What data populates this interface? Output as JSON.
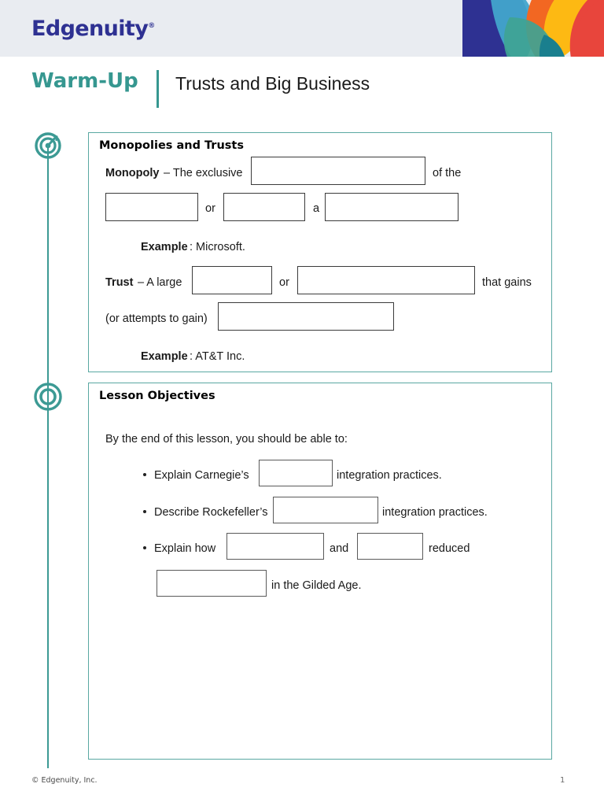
{
  "brand": {
    "wordmark": "Edgenuity",
    "registered_mark": "®",
    "wordmark_color": "#2e3192",
    "bar_background": "#e9ecf1",
    "logo_petal_colors": [
      "#2e3192",
      "#42a5cc",
      "#f26722",
      "#fdb913",
      "#e8453c",
      "#3fa394",
      "#1a7f8e"
    ]
  },
  "header": {
    "label": "Warm-Up",
    "label_color": "#369790",
    "topic": "Trusts and Big Business"
  },
  "rail": {
    "line_color": "#3c9a94",
    "icons": [
      {
        "name": "target-icon",
        "aria": "bullseye target"
      },
      {
        "name": "ring-icon",
        "aria": "concentric ring"
      }
    ]
  },
  "cards": [
    {
      "id": "monopolies",
      "heading": "Monopolies and Trusts",
      "border_color": "#5aa8a2",
      "lines": [
        {
          "id": "monopoly-def-line1",
          "segments": [
            {
              "type": "text",
              "value": "Monopoly",
              "bold": true
            },
            {
              "type": "text",
              "value": " – The exclusive"
            },
            {
              "type": "blank",
              "name": "blank-monopoly-1"
            },
            {
              "type": "text",
              "value": "of the"
            }
          ]
        },
        {
          "id": "monopoly-def-line2",
          "segments": [
            {
              "type": "blank",
              "name": "blank-monopoly-2"
            },
            {
              "type": "text",
              "value": "or"
            },
            {
              "type": "blank",
              "name": "blank-monopoly-3"
            },
            {
              "type": "text",
              "value": "a"
            },
            {
              "type": "blank",
              "name": "blank-monopoly-4"
            }
          ]
        }
      ],
      "monopoly_example_label": "Example",
      "monopoly_example_value": ": Microsoft.",
      "trust_lines": [
        {
          "id": "trust-def-line1",
          "segments": [
            {
              "type": "text",
              "value": "Trust",
              "bold": true
            },
            {
              "type": "text",
              "value": " – A large"
            },
            {
              "type": "blank",
              "name": "blank-trust-1"
            },
            {
              "type": "text",
              "value": "or"
            },
            {
              "type": "blank",
              "name": "blank-trust-2"
            },
            {
              "type": "text",
              "value": "that gains"
            }
          ]
        },
        {
          "id": "trust-def-line2",
          "segments": [
            {
              "type": "text",
              "value": "(or attempts to gain)"
            },
            {
              "type": "blank",
              "name": "blank-trust-3"
            }
          ]
        }
      ],
      "trust_example_label": "Example",
      "trust_example_value": ": AT&T Inc."
    },
    {
      "id": "objectives",
      "heading": "Lesson Objectives",
      "border_color": "#5aa8a2",
      "intro": "By the end of this lesson, you should be able to:",
      "bullets": [
        {
          "id": "objective-1",
          "parts": [
            {
              "type": "text",
              "value": "Explain Carnegie’s"
            },
            {
              "type": "blank",
              "name": "blank-objective-1"
            },
            {
              "type": "text",
              "value": "integration practices."
            }
          ]
        },
        {
          "id": "objective-2",
          "parts": [
            {
              "type": "text",
              "value": "Describe Rockefeller’s"
            },
            {
              "type": "blank",
              "name": "blank-objective-2"
            },
            {
              "type": "text",
              "value": "integration practices."
            }
          ]
        },
        {
          "id": "objective-3",
          "parts": [
            {
              "type": "text",
              "value": "Explain how"
            },
            {
              "type": "blank",
              "name": "blank-objective-3a"
            },
            {
              "type": "text",
              "value": "and"
            },
            {
              "type": "blank",
              "name": "blank-objective-3b"
            },
            {
              "type": "text",
              "value": "reduced"
            },
            {
              "type": "blank",
              "name": "blank-objective-3c"
            },
            {
              "type": "text",
              "value": "in the Gilded Age."
            }
          ]
        }
      ]
    }
  ],
  "text": {
    "monopoly_bold": "Monopoly",
    "monopoly_rest": "– The exclusive",
    "of_the": "of the",
    "or_1": "or",
    "a_1": "a",
    "example_label_1": "Example",
    "example_value_1": ": Microsoft.",
    "trust_bold": "Trust",
    "trust_rest": "– A large",
    "or_2": "or",
    "that_gains": "that gains",
    "or_attempts": "(or attempts to gain)",
    "example_label_2": "Example",
    "example_value_2": ": AT&T Inc.",
    "objectives_intro": "By the end of this lesson, you should be able to:",
    "obj1_a": "Explain Carnegie’s",
    "obj1_b": "integration practices.",
    "obj2_a": "Describe Rockefeller’s",
    "obj2_b": "integration practices.",
    "obj3_a": "Explain how",
    "obj3_b": "and",
    "obj3_c": "reduced",
    "obj3_d": "in the Gilded Age."
  },
  "footer": {
    "copyright": "© Edgenuity, Inc.",
    "page_number": "1"
  }
}
